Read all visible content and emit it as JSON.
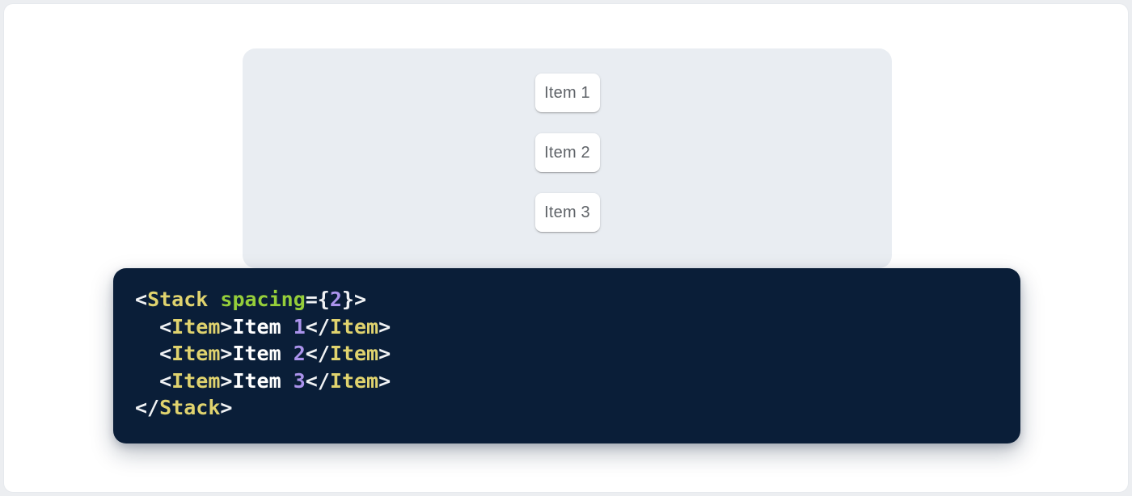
{
  "theme": {
    "page-bg": "#eceef1",
    "card-bg": "#ffffff",
    "panel-bg": "#e9edf2",
    "item-bg": "#ffffff",
    "item-text": "#5f6368",
    "code-bg": "#0a1e38",
    "code-tag": "#e0d36e",
    "code-attr": "#95ce3a",
    "code-num": "#ab93ec",
    "code-punct": "#f0f2f4",
    "code-plain": "#ffffff"
  },
  "demo": {
    "items": [
      {
        "label": "Item 1"
      },
      {
        "label": "Item 2"
      },
      {
        "label": "Item 3"
      }
    ]
  },
  "code": {
    "language": "jsx",
    "lines": [
      [
        {
          "t": "punct",
          "v": "<"
        },
        {
          "t": "tag",
          "v": "Stack"
        },
        {
          "t": "plain",
          "v": " "
        },
        {
          "t": "attr",
          "v": "spacing"
        },
        {
          "t": "punct",
          "v": "={"
        },
        {
          "t": "num",
          "v": "2"
        },
        {
          "t": "punct",
          "v": "}>"
        }
      ],
      [
        {
          "t": "plain",
          "v": "  "
        },
        {
          "t": "punct",
          "v": "<"
        },
        {
          "t": "tag",
          "v": "Item"
        },
        {
          "t": "punct",
          "v": ">"
        },
        {
          "t": "plain",
          "v": "Item "
        },
        {
          "t": "num",
          "v": "1"
        },
        {
          "t": "punct",
          "v": "</"
        },
        {
          "t": "tag",
          "v": "Item"
        },
        {
          "t": "punct",
          "v": ">"
        }
      ],
      [
        {
          "t": "plain",
          "v": "  "
        },
        {
          "t": "punct",
          "v": "<"
        },
        {
          "t": "tag",
          "v": "Item"
        },
        {
          "t": "punct",
          "v": ">"
        },
        {
          "t": "plain",
          "v": "Item "
        },
        {
          "t": "num",
          "v": "2"
        },
        {
          "t": "punct",
          "v": "</"
        },
        {
          "t": "tag",
          "v": "Item"
        },
        {
          "t": "punct",
          "v": ">"
        }
      ],
      [
        {
          "t": "plain",
          "v": "  "
        },
        {
          "t": "punct",
          "v": "<"
        },
        {
          "t": "tag",
          "v": "Item"
        },
        {
          "t": "punct",
          "v": ">"
        },
        {
          "t": "plain",
          "v": "Item "
        },
        {
          "t": "num",
          "v": "3"
        },
        {
          "t": "punct",
          "v": "</"
        },
        {
          "t": "tag",
          "v": "Item"
        },
        {
          "t": "punct",
          "v": ">"
        }
      ],
      [
        {
          "t": "punct",
          "v": "</"
        },
        {
          "t": "tag",
          "v": "Stack"
        },
        {
          "t": "punct",
          "v": ">"
        }
      ]
    ]
  }
}
